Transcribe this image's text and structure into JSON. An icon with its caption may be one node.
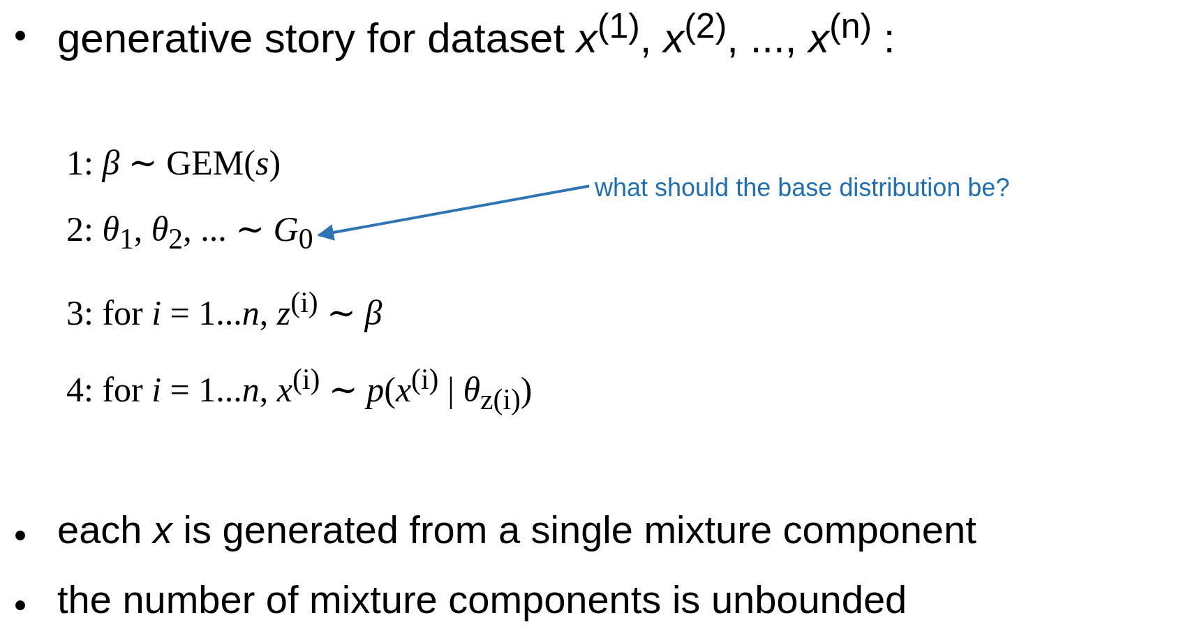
{
  "diagram": {
    "nodes": [
      {
        "text": [
          "what should the base distribution be?"
        ]
      },
      {
        "text": [
          "2: *θ*$_{1}$, *θ*$_{2}$, ... ∼ *G*$_{0}$"
        ]
      }
    ],
    "edges": [
      {
        "from": 0,
        "to": 1,
        "arrow": "to",
        "color": "#2e75b6"
      }
    ],
    "labels": [
      "generative story for dataset *x*$^{(1)}$, *x*$^{(2)}$, ..., *x*$^{(n)}$ :",
      "1: *β* ∼ GEM(*s*)",
      "3: for *i* = 1...*n*, *z*$^{(i)}$ ∼ *β*",
      "4: for *i* = 1...*n*, *x*$^{(i)}$ ∼ *p*(*x*$^{(i)}$ | *θ*$_{z(i)}$)",
      "each *x* is generated from a single mixture component",
      "the number of mixture components is unbounded"
    ]
  }
}
